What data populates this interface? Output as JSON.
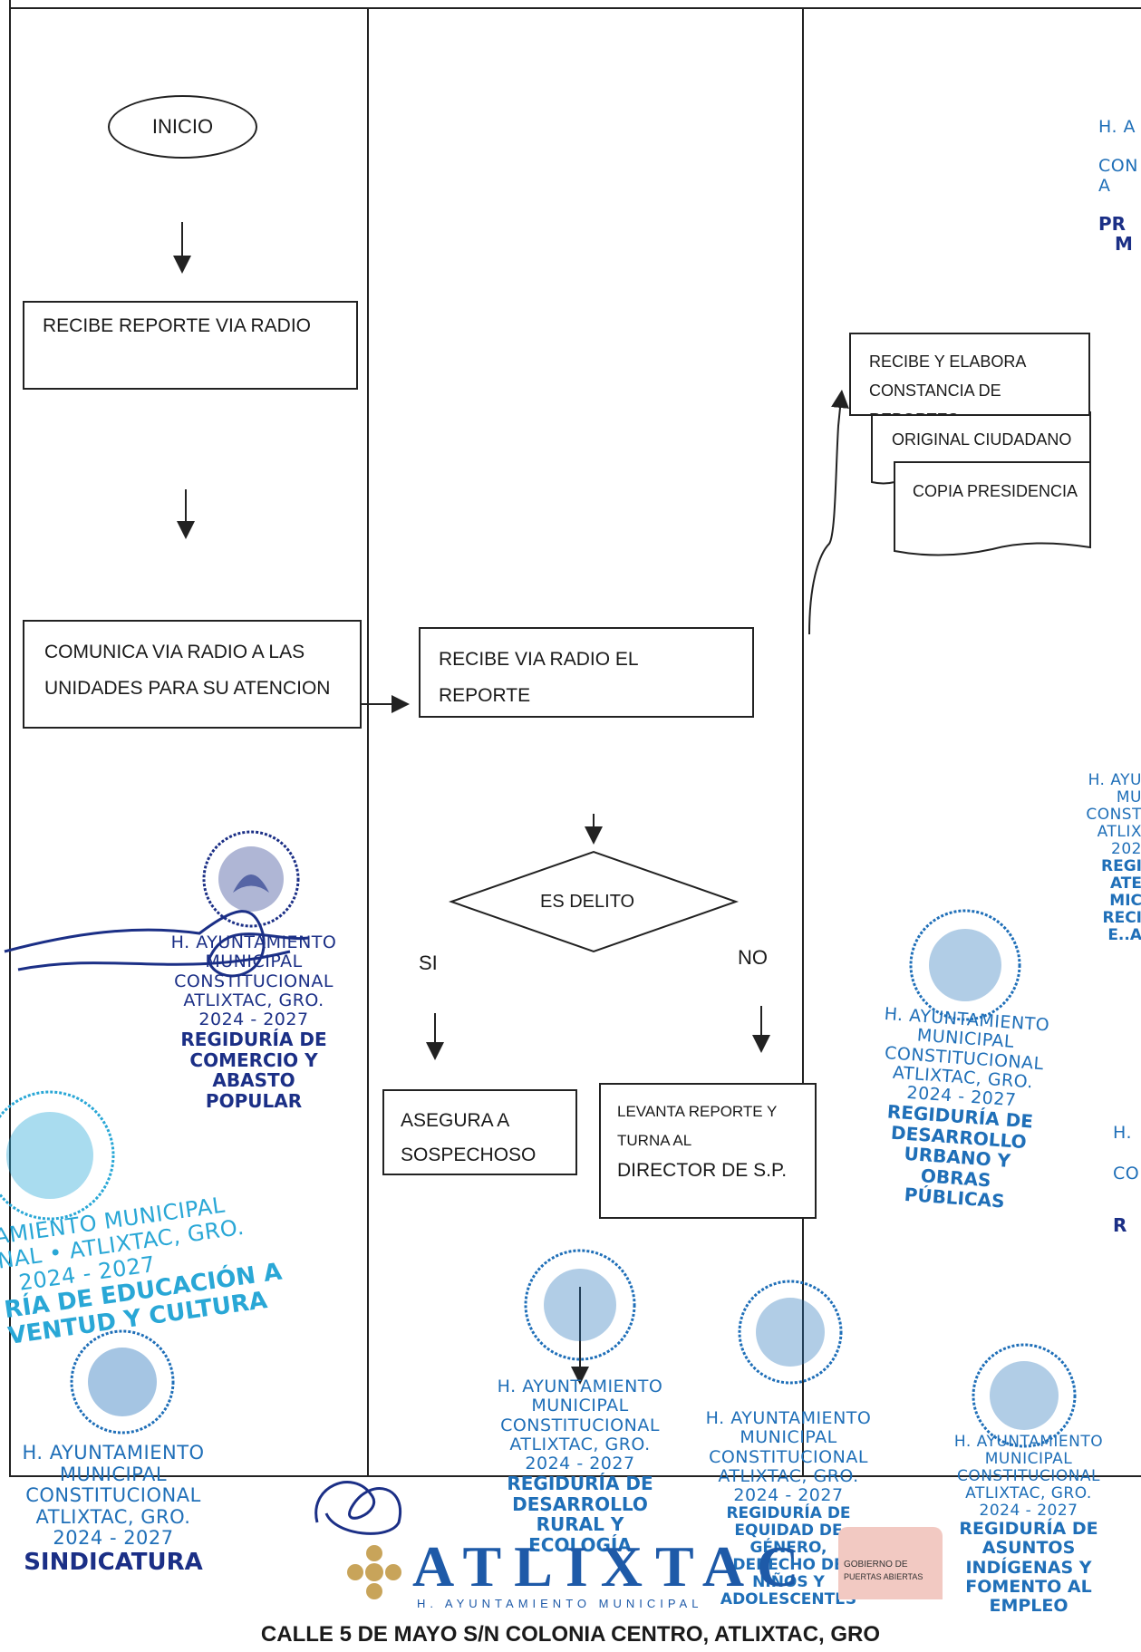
{
  "flowchart": {
    "start": "INICIO",
    "lane1": {
      "step1": "RECIBE REPORTE VIA RADIO",
      "step2": "COMUNICA VIA RADIO A LAS UNIDADES PARA SU ATENCION"
    },
    "lane2": {
      "step1": "RECIBE VIA RADIO EL REPORTE",
      "decision": "ES DELITO",
      "yes_label": "SI",
      "no_label": "NO",
      "yes_box": "ASEGURA A SOSPECHOSO",
      "no_box_line1": "LEVANTA REPORTE Y TURNA AL",
      "no_box_line2": "DIRECTOR DE S.P."
    },
    "lane3": {
      "step1": "RECIBE Y ELABORA CONSTANCIA DE REPORTES",
      "doc1": "ORIGINAL CIUDADANO",
      "doc2": "COPIA PRESIDENCIA"
    }
  },
  "seals": {
    "comercio": [
      "H. AYUNTAMIENTO",
      "MUNICIPAL",
      "CONSTITUCIONAL",
      "ATLIXTAC, GRO.",
      "2024 - 2027",
      "REGIDURÍA DE",
      "COMERCIO Y",
      "ABASTO",
      "POPULAR"
    ],
    "educacion": [
      "AMIENTO MUNICIPAL",
      "NAL • ATLIXTAC, GRO.",
      "2024 - 2027",
      "RÍA DE EDUCACIÓN A",
      "VENTUD Y CULTURA"
    ],
    "sindicatura": [
      "H. AYUNTAMIENTO",
      "MUNICIPAL",
      "CONSTITUCIONAL",
      "ATLIXTAC, GRO.",
      "2024 - 2027",
      "SINDICATURA"
    ],
    "desarrollo_rural": [
      "H. AYUNTAMIENTO",
      "MUNICIPAL",
      "CONSTITUCIONAL",
      "ATLIXTAC, GRO.",
      "2024 - 2027",
      "REGIDURÍA DE",
      "DESARROLLO",
      "RURAL Y",
      "ECOLOGÍA"
    ],
    "equidad": [
      "H. AYUNTAMIENTO",
      "MUNICIPAL",
      "CONSTITUCIONAL",
      "ATLIXTAC, GRO.",
      "2024 - 2027",
      "REGIDURÍA DE",
      "EQUIDAD DE",
      "GÉNERO,",
      "DERECHO DE",
      "NIÑOS Y",
      "ADOLESCENTES"
    ],
    "desarrollo_urbano": [
      "H. AYUNTAMIENTO",
      "MUNICIPAL",
      "CONSTITUCIONAL",
      "ATLIXTAC, GRO.",
      "2024 - 2027",
      "REGIDURÍA DE",
      "DESARROLLO",
      "URBANO Y",
      "OBRAS",
      "PÚBLICAS"
    ],
    "asuntos_indigenas": [
      "H. AYUNTAMIENTO",
      "MUNICIPAL",
      "CONSTITUCIONAL",
      "ATLIXTAC, GRO.",
      "2024 - 2027",
      "REGIDURÍA DE",
      "ASUNTOS",
      "INDÍGENAS Y",
      "FOMENTO AL",
      "EMPLEO"
    ],
    "right_edge_top": [
      "H. A",
      "CON",
      "A",
      "PR",
      "M"
    ],
    "right_edge_mid": [
      "H. AYU",
      "MU",
      "CONST",
      "ATLIX",
      "202",
      "REGI",
      "ATE",
      "MIC",
      "RECI",
      "E..A"
    ],
    "right_edge_low": [
      "H.",
      "CO",
      "R"
    ]
  },
  "footer": {
    "logo_text": "ATLIXTAC",
    "logo_subtitle": "H. AYUNTAMIENTO MUNICIPAL",
    "badge_line1": "GOBIERNO DE",
    "badge_line2": "PUERTAS ABIERTAS",
    "address": "CALLE 5 DE MAYO S/N COLONIA CENTRO, ATLIXTAC, GRO"
  },
  "colors": {
    "ink": "#1a1a1a",
    "seal_blue": "#1f6fb8",
    "seal_cyan": "#29a7d6",
    "stamp_dark": "#1b2f86",
    "logo_blue": "#1e5aa8"
  }
}
